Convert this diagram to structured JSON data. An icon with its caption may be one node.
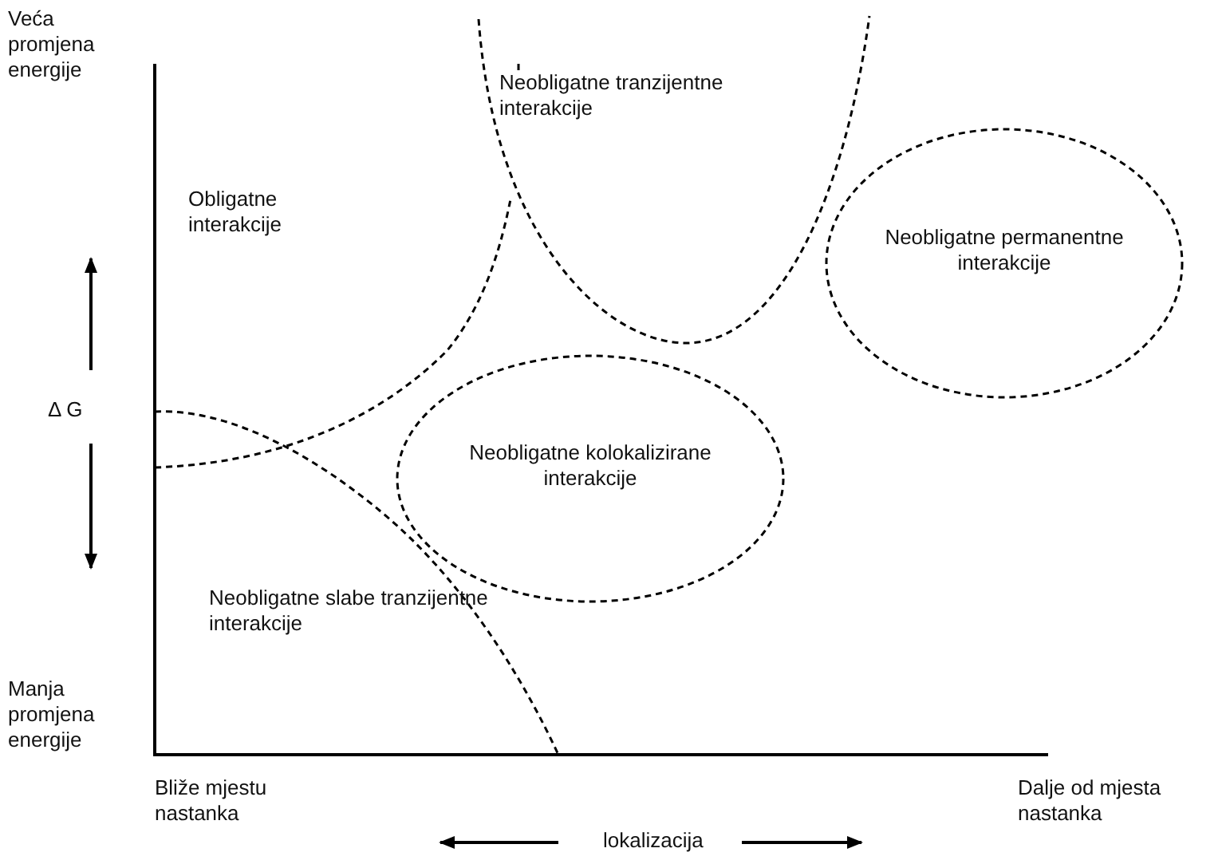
{
  "diagram": {
    "nodes": [
      {
        "text": [
          "Neobligatne permanentne interakcije"
        ]
      },
      {
        "text": [
          "Neobligatne kolokalizirane interakcije"
        ]
      }
    ],
    "labels": [
      "Veća promjena energije",
      "Neobligatne tranzijentne interakcije",
      "Obligatne interakcije",
      "Δ G",
      "Manja promjena energije",
      "Neobligatne slabe tranzijentne interakcije",
      "Bliže mjestu nastanka",
      "Dalje od mjesta nastanka",
      "lokalizacija"
    ]
  }
}
